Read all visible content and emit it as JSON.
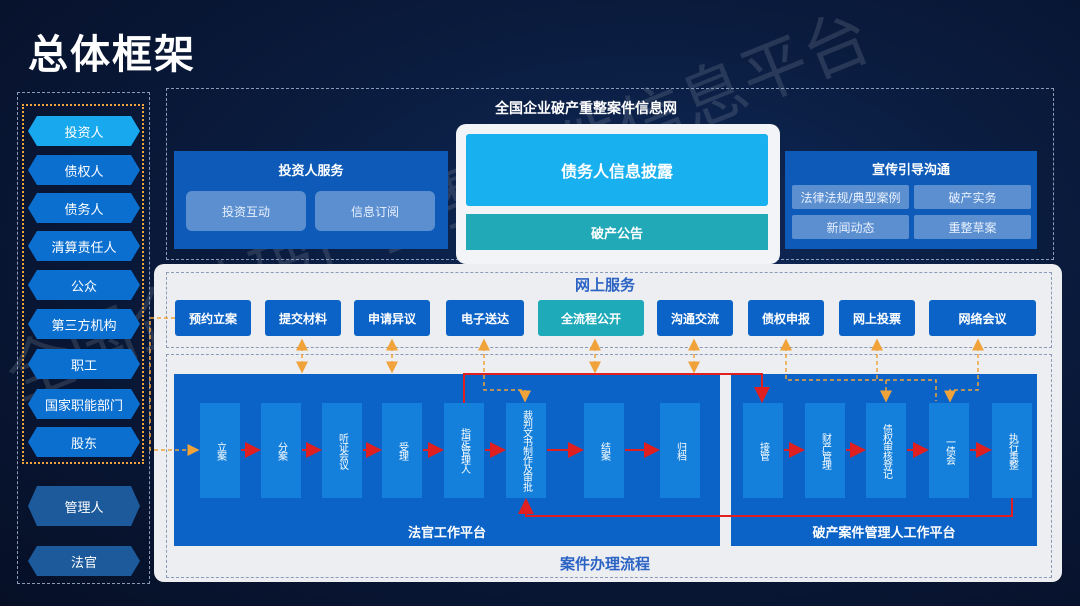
{
  "title": "总体框架",
  "roles": [
    "投资人",
    "债权人",
    "债务人",
    "清算责任人",
    "公众",
    "第三方机构",
    "职工",
    "国家职能部门",
    "股东",
    "管理人",
    "法官"
  ],
  "network": {
    "title": "全国企业破产重整案件信息网",
    "investor": {
      "title": "投资人服务",
      "items": [
        "投资互动",
        "信息订阅"
      ]
    },
    "debtor": {
      "title": "债务人信息披露",
      "notice": "破产公告"
    },
    "promo": {
      "title": "宣传引导沟通",
      "items": [
        "法律法规/典型案例",
        "破产实务",
        "新闻动态",
        "重整草案"
      ]
    }
  },
  "online": {
    "title": "网上服务",
    "items": [
      "预约立案",
      "提交材料",
      "申请异议",
      "电子送达",
      "全流程公开",
      "沟通交流",
      "债权申报",
      "网上投票",
      "网络会议"
    ]
  },
  "judge_platform": {
    "label": "法官工作平台",
    "steps": [
      "立案",
      "分案",
      "听证会议",
      "受理",
      "指定管理人",
      "裁判文书制作及审批",
      "结案",
      "归档"
    ]
  },
  "admin_platform": {
    "label": "破产案件管理人工作平台",
    "steps": [
      "接管",
      "财产管理",
      "债权审核登记",
      "一债会",
      "执行重整"
    ]
  },
  "flow_title": "案件办理流程",
  "watermark": "全国企业破产重整案件信息平台",
  "colors": {
    "accent": "#17a8ee",
    "panel": "#0d5ab8",
    "arrow_red": "#e02020",
    "arrow_orange": "#f0a33a"
  }
}
